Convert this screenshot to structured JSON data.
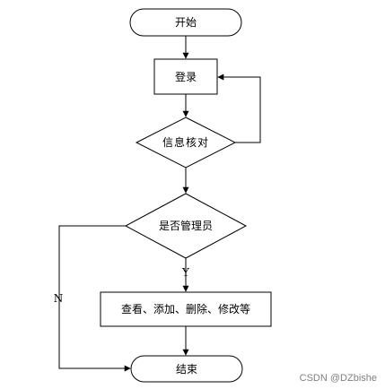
{
  "nodes": {
    "start": "开始",
    "login": "登录",
    "verify": "信息核对",
    "is_admin": "是否管理员",
    "actions": "查看、添加、删除、修改等",
    "end": "结束"
  },
  "edges": {
    "yes": "Y",
    "no": "N"
  },
  "watermark": "CSDN @DZbishe",
  "colors": {
    "stroke": "#000000",
    "fill": "#ffffff",
    "watermark": "#808080"
  }
}
